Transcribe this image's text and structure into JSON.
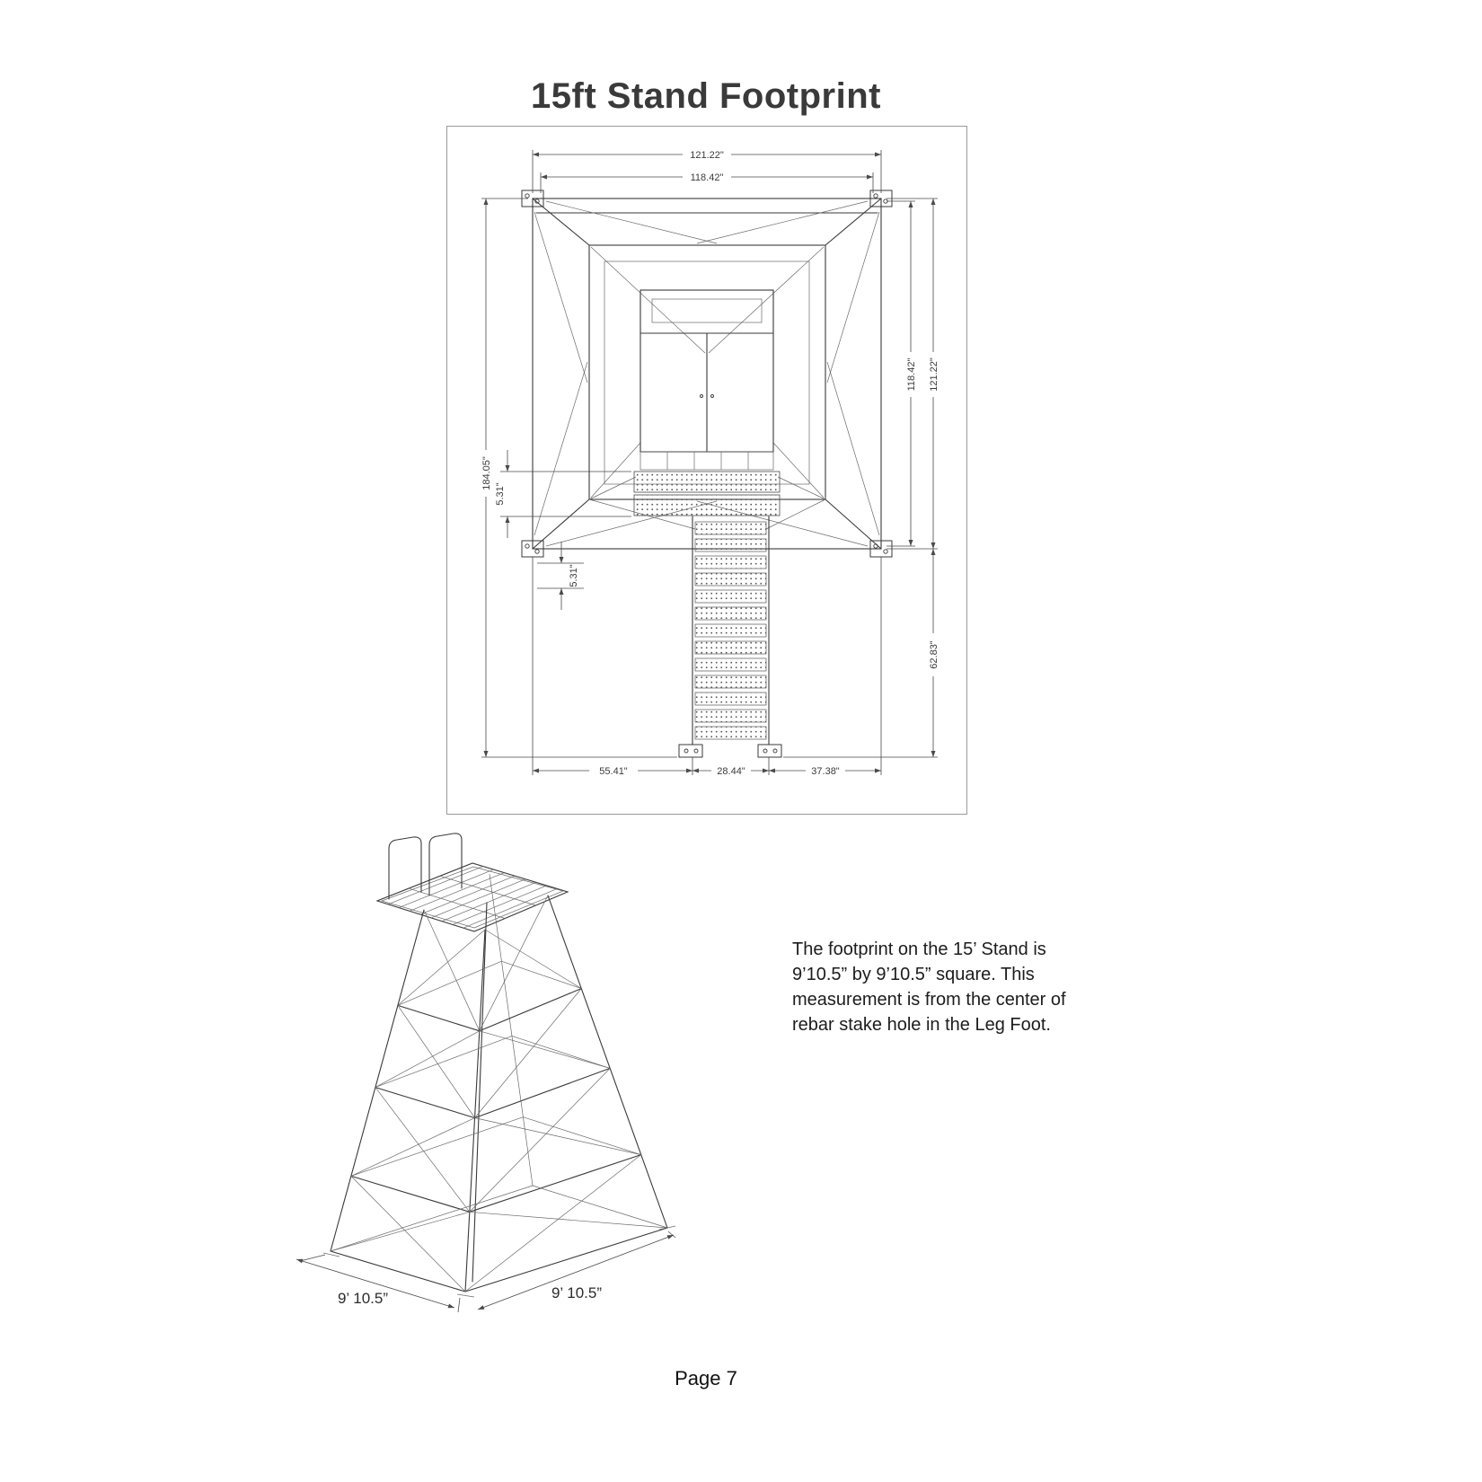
{
  "page": {
    "title": "15ft Stand Footprint",
    "page_number": "Page 7"
  },
  "footprint": {
    "dims": {
      "top_outer": "121.22\"",
      "top_inner": "118.42\"",
      "right_inner": "118.42\"",
      "right_outer": "121.22\"",
      "left_height": "184.05\"",
      "left_offset": "5.31\"",
      "foot_offset": "5.31\"",
      "stair_drop": "62.83\"",
      "bottom_left": "55.41\"",
      "bottom_center": "28.44\"",
      "bottom_right": "37.38\""
    }
  },
  "tower": {
    "base_width_left": "9’ 10.5”",
    "base_width_right": "9’ 10.5”"
  },
  "note": {
    "line1": "The footprint on the 15’ Stand is",
    "line2": "9’10.5” by 9’10.5” square. This",
    "line3": "measurement is from the center of",
    "line4": "rebar stake hole in the Leg Foot."
  }
}
